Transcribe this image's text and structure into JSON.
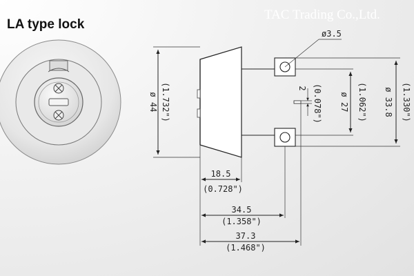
{
  "title": "LA type lock",
  "brand": "TAC Trading Co.,Ltd.",
  "dimensions": {
    "hole_dia": "ø3.5",
    "outer_dia_mm": "ø 44",
    "outer_dia_in": "(1.732\")",
    "pin_gap_mm": "2",
    "pin_gap_in": "(0.078\")",
    "inner_dia_mm": "ø 27",
    "inner_dia_in": "(1.062\")",
    "mount_dia_mm": "ø 33.8",
    "mount_dia_in": "(1.330\")",
    "len1_mm": "18.5",
    "len1_in": "(0.728\")",
    "len2_mm": "34.5",
    "len2_in": "(1.358\")",
    "len3_mm": "37.3",
    "len3_in": "(1.468\")"
  }
}
